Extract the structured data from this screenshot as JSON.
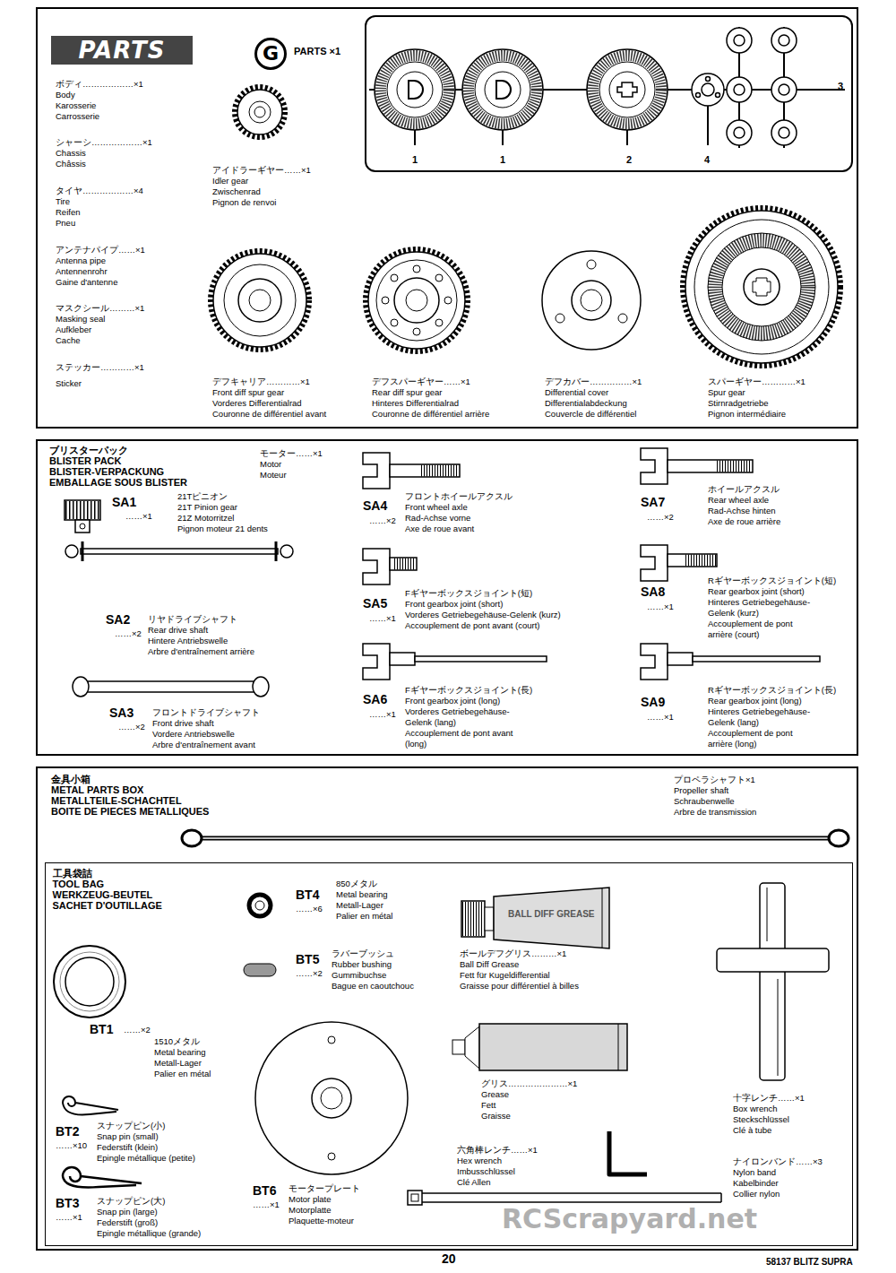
{
  "diagram": {
    "nodes": [
      {
        "text": [
          "PARTS"
        ]
      },
      {
        "text": [
          "G"
        ],
        "in": 0
      },
      {
        "text": [
          "1",
          "1",
          "2",
          "4",
          "3"
        ],
        "in": 0
      },
      {
        "text": [
          "ブリスターパック",
          "BLISTER PACK",
          "BLISTER-VERPACKUNG",
          "EMBALLAGE SOUS BLISTER"
        ]
      },
      {
        "text": [
          "金具小箱",
          "METAL PARTS BOX",
          "METALLTEILE-SCHACHTEL",
          "BOITE DE PIECES METALLIQUES"
        ]
      },
      {
        "text": [
          "工具袋詰",
          "TOOL BAG",
          "WERKZEUG-BEUTEL",
          "SACHET D'OUTILLAGE"
        ],
        "in": 4
      }
    ],
    "labels": [
      "ボディ………………×1",
      "Body",
      "Karosserie",
      "Carrosserie",
      "シャーシ………………×1",
      "Chassis",
      "Châssis",
      "タイヤ………………×4",
      "Tire",
      "Reifen",
      "Pneu",
      "アンテナパイプ……×1",
      "Antenna pipe",
      "Antennenrohr",
      "Gaine d'antenne",
      "マスクシール………×1",
      "Masking seal",
      "Aufkleber",
      "Cache",
      "ステッカー…………×1",
      "Sticker",
      "PARTS ×1",
      "アイドラーギヤー……×1",
      "Idler gear",
      "Zwischenrad",
      "Pignon de renvoi",
      "デフキャリア…………×1",
      "Front diff spur gear",
      "Vorderes Differentialrad",
      "Couronne de différentiel avant",
      "デフスパーギヤー……×1",
      "Rear diff spur gear",
      "Hinteres Differentialrad",
      "Couronne de différentiel arrière",
      "デフカバー……………×1",
      "Differential cover",
      "Differentialabdeckung",
      "Couvercle de différentiel",
      "スパーギヤー…………×1",
      "Spur gear",
      "Stirnradgetriebe",
      "Pignon intermédiaire",
      "モーター……×1",
      "Motor",
      "Moteur",
      "SA1",
      "……×1",
      "21Tピニオン",
      "21T Pinion gear",
      "21Z Motorritzel",
      "Pignon moteur 21 dents",
      "SA2",
      "……×2",
      "リヤドライブシャフト",
      "Rear drive shaft",
      "Hintere Antriebswelle",
      "Arbre d'entraînement arrière",
      "SA3",
      "……×2",
      "フロントドライブシャフト",
      "Front drive shaft",
      "Vordere Antriebswelle",
      "Arbre d'entraînement avant",
      "SA4",
      "……×2",
      "フロントホイールアクスル",
      "Front wheel axle",
      "Rad-Achse vorne",
      "Axe de roue avant",
      "SA5",
      "……×1",
      "Fギヤーボックスジョイント(短)",
      "Front gearbox joint (short)",
      "Vorderes Getriebegehäuse-Gelenk (kurz)",
      "Accouplement de pont avant (court)",
      "SA6",
      "……×1",
      "Fギヤーボックスジョイント(長)",
      "Front gearbox joint (long)",
      "Vorderes Getriebegehäuse-",
      "Gelenk (lang)",
      "Accouplement de pont avant",
      "(long)",
      "SA7",
      "……×2",
      "ホイールアクスル",
      "Rear wheel axle",
      "Rad-Achse hinten",
      "Axe de roue arrière",
      "SA8",
      "……×1",
      "Rギヤーボックスジョイント(短)",
      "Rear gearbox joint (short)",
      "Hinteres Getriebegehäuse-",
      "Gelenk (kurz)",
      "Accouplement de pont",
      "arrière (court)",
      "SA9",
      "……×1",
      "Rギヤーボックスジョイント(長)",
      "Rear gearbox joint (long)",
      "Hinteres Getriebegehäuse-",
      "Gelenk (lang)",
      "Accouplement de pont",
      "arrière (long)",
      "プロペラシャフト×1",
      "Propeller shaft",
      "Schraubenwelle",
      "Arbre de transmission",
      "BT1",
      "……×2",
      "1510メタル",
      "Metal bearing",
      "Metall-Lager",
      "Palier en métal",
      "BT2",
      "……×10",
      "スナップピン(小)",
      "Snap pin (small)",
      "Federstift (klein)",
      "Epingle métallique (petite)",
      "BT3",
      "……×1",
      "スナップピン(大)",
      "Snap pin (large)",
      "Federstift (groß)",
      "Epingle métallique (grande)",
      "BT4",
      "……×6",
      "850メタル",
      "Metal bearing",
      "Metall-Lager",
      "Palier en métal",
      "BT5",
      "……×2",
      "ラバーブッシュ",
      "Rubber bushing",
      "Gummibuchse",
      "Bague en caoutchouc",
      "BT6",
      "……×1",
      "モータープレート",
      "Motor plate",
      "Motorplatte",
      "Plaquette-moteur",
      "BALL DIFF GREASE",
      "ボールデフグリス………×1",
      "Ball Diff Grease",
      "Fett für Kugeldifferential",
      "Graisse pour différentiel à billes",
      "グリス…………………×1",
      "Grease",
      "Fett",
      "Graisse",
      "六角棒レンチ……×1",
      "Hex wrench",
      "Imbusschlüssel",
      "Clé Allen",
      "十字レンチ……×1",
      "Box wrench",
      "Steckschlüssel",
      "Clé à tube",
      "ナイロンバンド……×3",
      "Nylon band",
      "Kabelbinder",
      "Collier nylon",
      "RCScrapyard.net",
      "20",
      "58137 BLITZ SUPRA"
    ]
  }
}
